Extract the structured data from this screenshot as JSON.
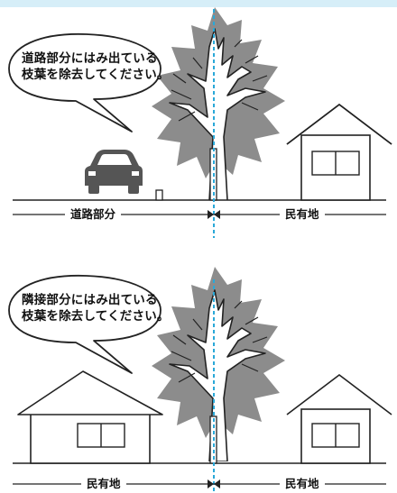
{
  "colors": {
    "tree": "#8c8c8c",
    "car": "#555555",
    "line": "#222222",
    "boundary": "#2aa8d8",
    "top_strip": "#d6eef8"
  },
  "scene1": {
    "bubble_lines": [
      "道路部分にはみ出ている",
      "枝葉を除去してください。"
    ],
    "left_label": "道路部分",
    "right_label": "民有地"
  },
  "scene2": {
    "bubble_lines": [
      "隣接部分にはみ出ている",
      "枝葉を除去してください。"
    ],
    "left_label": "民有地",
    "right_label": "民有地"
  }
}
